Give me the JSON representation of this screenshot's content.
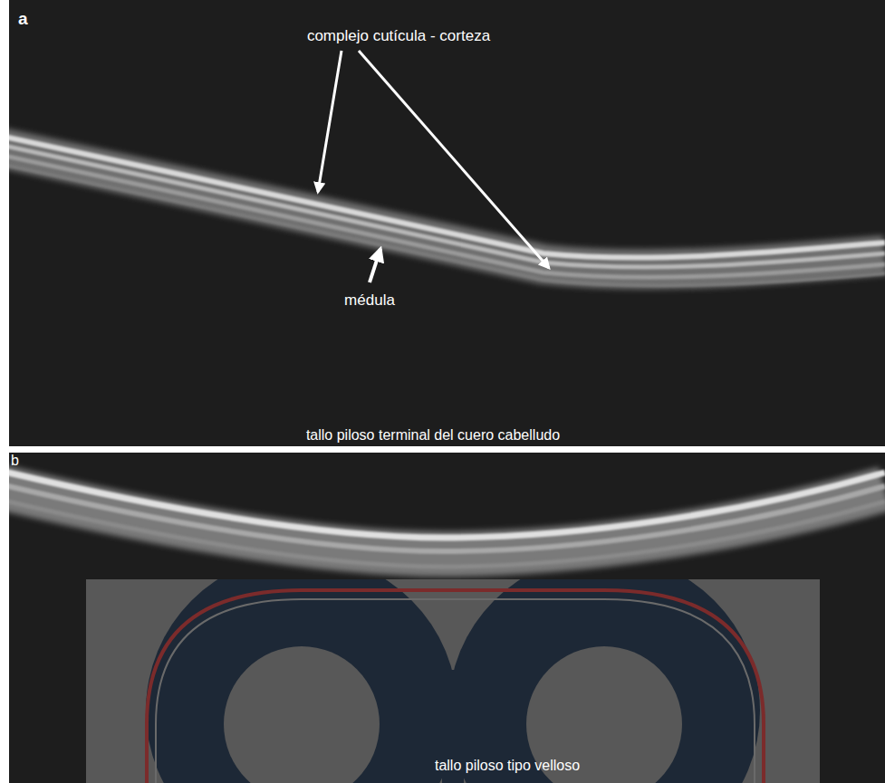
{
  "diagram": {
    "labels": [
      "a",
      "complejo cutícula - corteza",
      "médula",
      "tallo piloso terminal del cuero cabelludo",
      "b",
      "tallo piloso tipo velloso"
    ]
  }
}
